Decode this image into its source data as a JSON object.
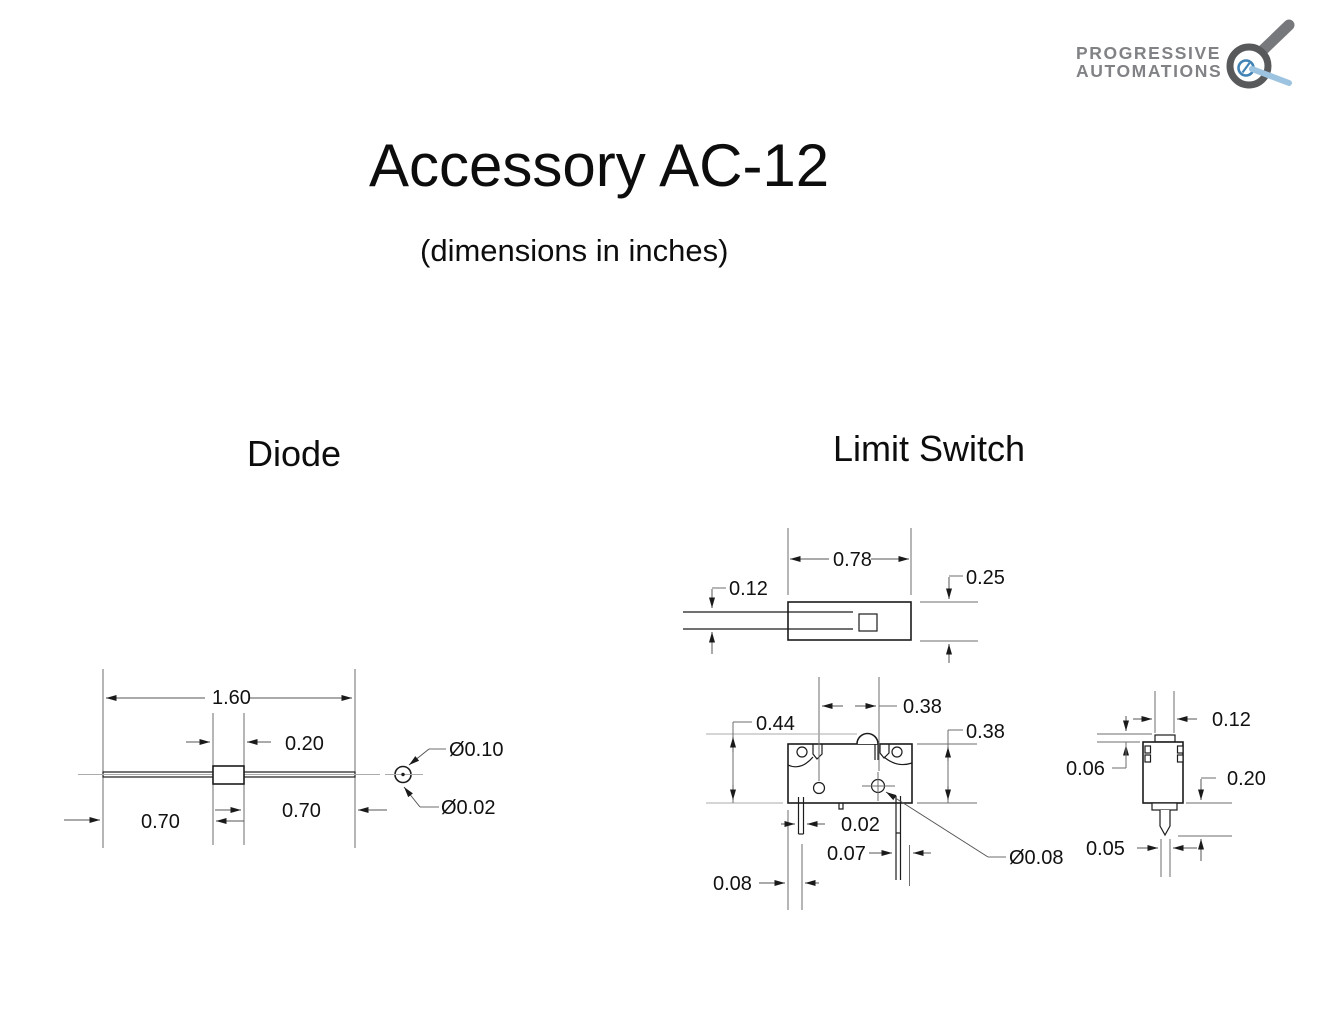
{
  "header": {
    "title": "Accessory AC-12",
    "subtitle": "(dimensions in inches)"
  },
  "logo": {
    "line1": "PROGRESSIVE",
    "line2": "AUTOMATIONS",
    "text_color": "#808285",
    "ring_color": "#58595b",
    "handle_color": "#77787b",
    "accent_blue": "#4183b5",
    "light_blue": "#9cc3e0"
  },
  "sections": {
    "diode": {
      "heading": "Diode",
      "dims": {
        "total_length": "1.60",
        "body_length": "0.20",
        "lead_left": "0.70",
        "lead_right": "0.70",
        "body_diameter": "Ø0.10",
        "lead_diameter": "Ø0.02"
      }
    },
    "limit_switch": {
      "heading": "Limit Switch",
      "top_view": {
        "length": "0.78",
        "cable_diameter": "0.12",
        "width": "0.25"
      },
      "front_view": {
        "hole_spacing": "0.38",
        "overall_height": "0.44",
        "body_height": "0.38",
        "terminal_thickness": "0.02",
        "terminal_inset_right": "0.07",
        "terminal_inset_left": "0.08",
        "hole_diameter": "Ø0.08"
      },
      "side_view": {
        "plunger_width": "0.12",
        "cap_height": "0.06",
        "lever_drop": "0.20",
        "tip_width": "0.05"
      }
    }
  },
  "drawing_colors": {
    "object_line": "#1c1c1c",
    "dimension_line": "#6e6e6e",
    "center_line": "#ababab",
    "text": "#111111"
  }
}
